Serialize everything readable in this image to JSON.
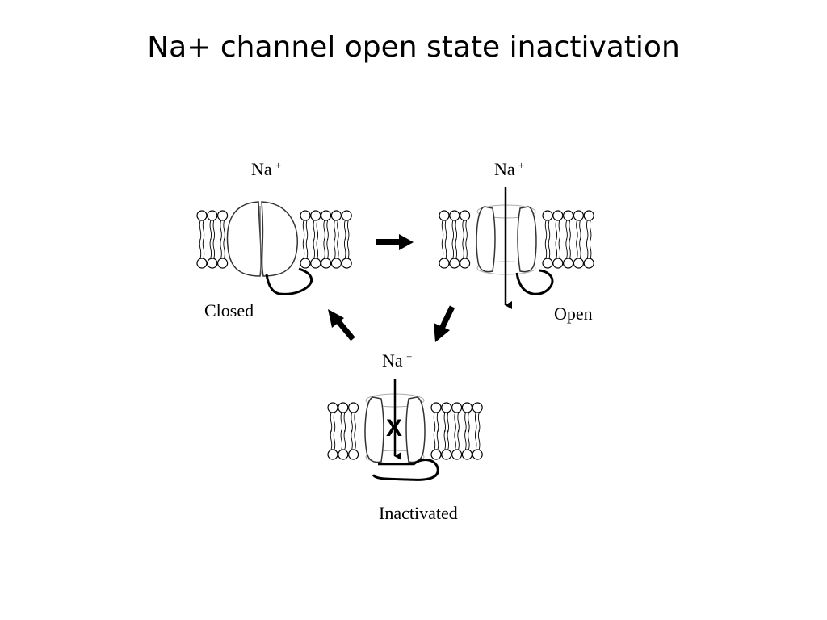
{
  "title": "Na+ channel open state inactivation",
  "ion": {
    "symbol": "Na",
    "charge": "+"
  },
  "states": {
    "closed": "Closed",
    "open": "Open",
    "inactivated": "Inactivated"
  },
  "blocked_mark": "X"
}
